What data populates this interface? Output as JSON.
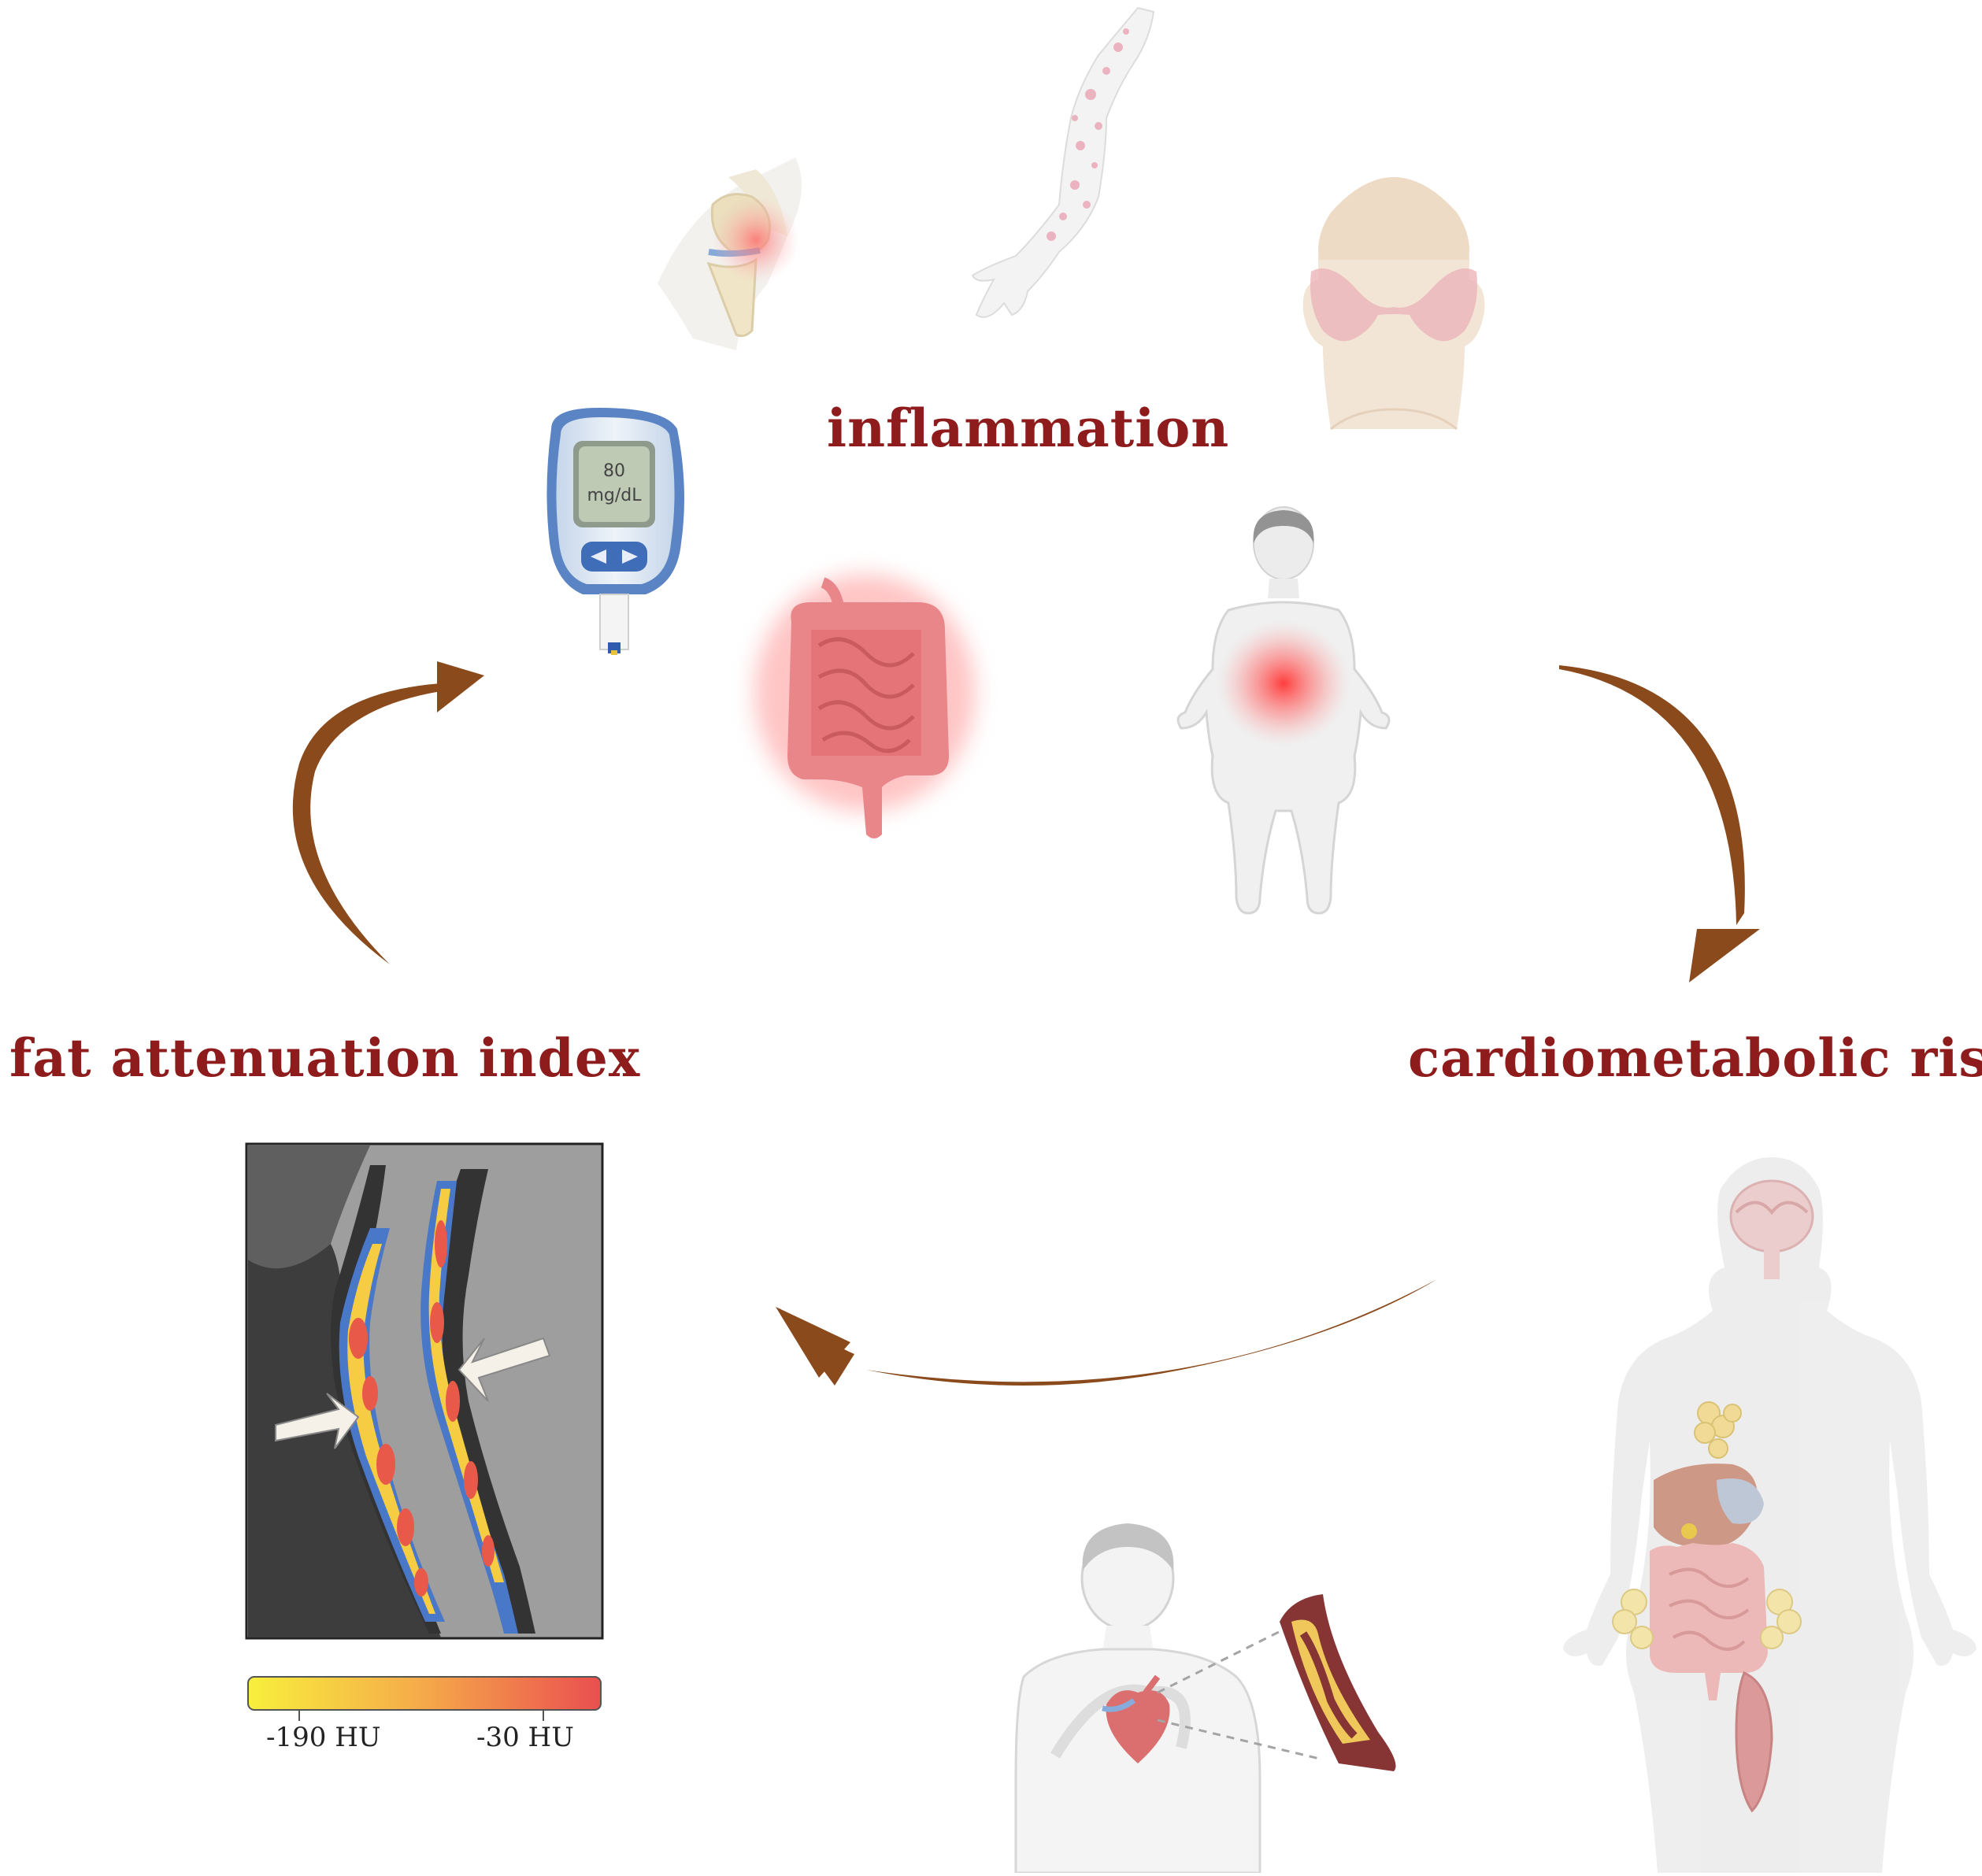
{
  "labels": {
    "inflammation": "inflammation",
    "cardiometabolic_risk": "cardiometabolic risk",
    "fat_attenuation_index": "fat attenuation index"
  },
  "glucometer": {
    "value": "80",
    "unit": "mg/dL"
  },
  "colorbar": {
    "min_label": "-190 HU",
    "max_label": "-30 HU",
    "low_color": "#f8ef3c",
    "high_color": "#ea4f4f"
  },
  "colors": {
    "label_text": "#8e1c1c",
    "arrow": "#8a4a1c"
  }
}
